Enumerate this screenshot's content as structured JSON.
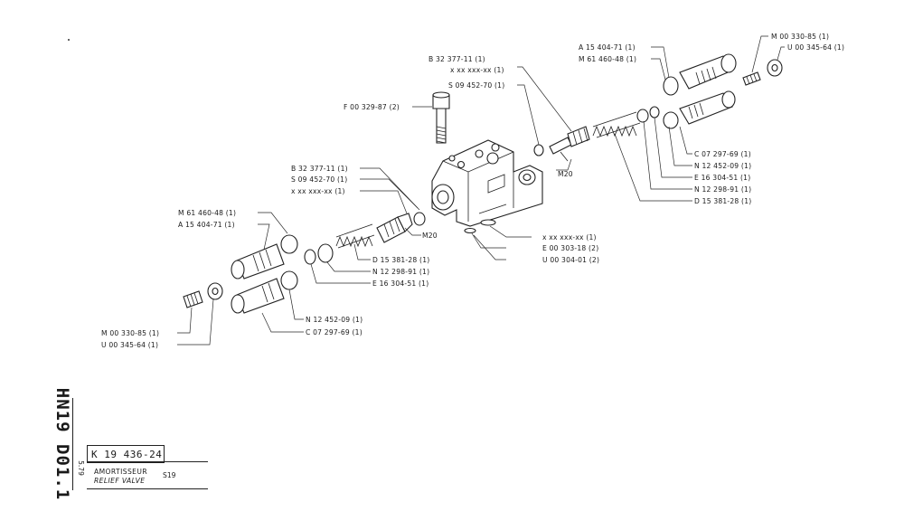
{
  "sheet": {
    "side_code": "HN19 D01.1",
    "date": "5.79",
    "ref_number": "K 19 436-24",
    "title_fr": "AMORTISSEUR",
    "title_en": "RELIEF VALVE",
    "model": "S19"
  },
  "callouts": {
    "top_center": [
      "B 32 377-11 (1)",
      "x xx xxx-xx (1)",
      "S 09 452-70 (1)"
    ],
    "bolt": "F 00 329-87 (2)",
    "m20_right": "M20",
    "m20_left": "M20",
    "mid_left": [
      "B 32 377-11 (1)",
      "S 09 452-70 (1)",
      "x xx xxx-xx (1)"
    ],
    "left_upper": [
      "M 61 460-48 (1)",
      "A 15 404-71 (1)"
    ],
    "left_lower_center": [
      "D 15 381-28 (1)",
      "N 12 298-91 (1)",
      "E 16 304-51 (1)"
    ],
    "left_bottom": [
      "N 12 452-09 (1)",
      "C 07 297-69 (1)"
    ],
    "left_bottom_far": [
      "M 00 330-85 (1)",
      "U 00 345-64 (1)"
    ],
    "body_right": [
      "x xx xxx-xx (1)",
      "E 00 303-18 (2)",
      "U 00 304-01 (2)"
    ],
    "top_right_upper": [
      "A 15 404-71 (1)",
      "M 61 460-48 (1)"
    ],
    "top_right_far": [
      "M 00 330-85 (1)",
      "U 00 345-64 (1)"
    ],
    "right_column": [
      "C 07 297-69 (1)",
      "N 12 452-09 (1)",
      "E 16 304-51 (1)",
      "N 12 298-91 (1)",
      "D 15 381-28 (1)"
    ]
  }
}
